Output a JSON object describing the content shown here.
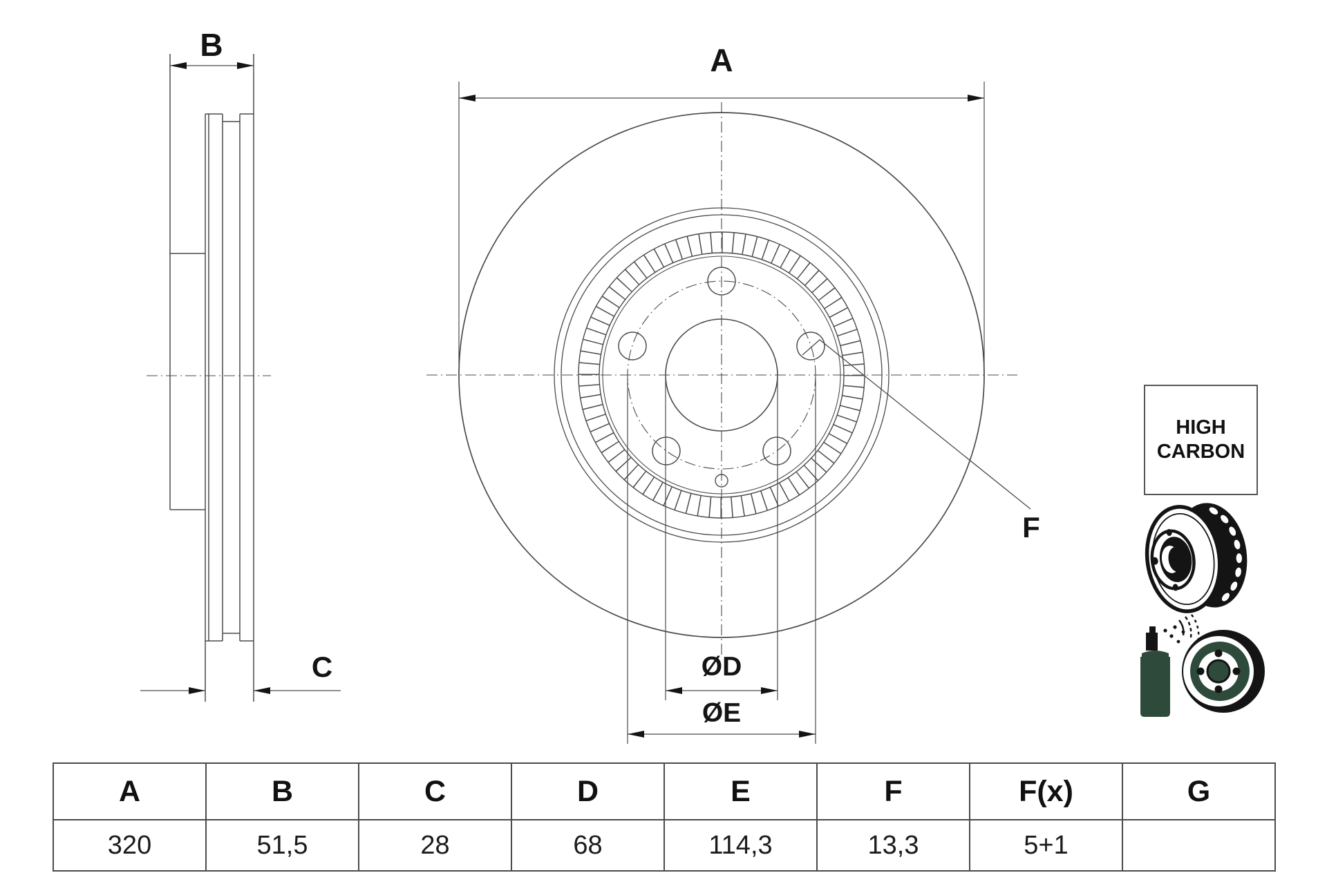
{
  "drawing": {
    "type": "brake-disc technical drawing, front view and sectional side view",
    "dim_labels": {
      "a": "A",
      "b": "B",
      "c": "C",
      "d": "ØD",
      "e": "ØE",
      "f": "F"
    },
    "badge": {
      "line1": "HIGH",
      "line2": "CARBON"
    },
    "colors": {
      "line": "#4a4a4a",
      "text": "#141414",
      "icon_green": "#2e4a3a",
      "icon_black": "#141414"
    }
  },
  "icons": [
    {
      "name": "vented-disc-icon"
    },
    {
      "name": "coating-spray-icon"
    }
  ],
  "table": {
    "headers": [
      "A",
      "B",
      "C",
      "D",
      "E",
      "F",
      "F(x)",
      "G"
    ],
    "values": [
      "320",
      "51,5",
      "28",
      "68",
      "114,3",
      "13,3",
      "5+1",
      ""
    ]
  }
}
